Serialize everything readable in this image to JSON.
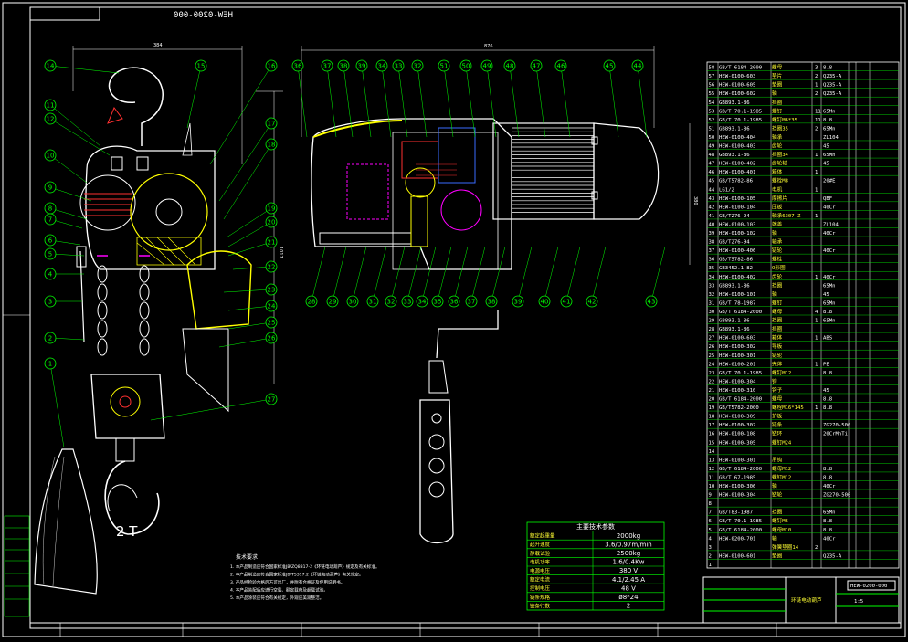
{
  "drawing": {
    "code_label": "HEW-0200-000",
    "capacity_label": "2 T",
    "overall_width_dim": "876",
    "left_view_width_dim": "384",
    "overall_height_dim": "1017",
    "side_height_dim": "380"
  },
  "left_view_balloons": [
    "14",
    "15",
    "16",
    "11",
    "12",
    "10",
    "17",
    "18",
    "19",
    "9",
    "20",
    "8",
    "7",
    "21",
    "6",
    "22",
    "5",
    "23",
    "4",
    "24",
    "3",
    "25",
    "2",
    "26",
    "1",
    "27"
  ],
  "top_view_balloons": [
    "36",
    "37",
    "38",
    "39",
    "34",
    "33",
    "32",
    "51",
    "50",
    "49",
    "48",
    "47",
    "46",
    "45",
    "44"
  ],
  "bottom_view_balloons": [
    "28",
    "29",
    "30",
    "31",
    "32",
    "33",
    "34",
    "35",
    "36",
    "37",
    "38",
    "39",
    "40",
    "41",
    "42",
    "43"
  ],
  "specs": {
    "title": "主要技术参数",
    "rows": [
      {
        "label": "额定起重量",
        "value": "2000kg"
      },
      {
        "label": "起升速度",
        "value": "3.6/0.97m/min"
      },
      {
        "label": "静载试验",
        "value": "2500kg"
      },
      {
        "label": "电机功率",
        "value": "1.6/0.4Kw"
      },
      {
        "label": "电源电压",
        "value": "380 V"
      },
      {
        "label": "额定电流",
        "value": "4.1/2.45 A"
      },
      {
        "label": "控制电压",
        "value": "48 V"
      },
      {
        "label": "链条规格",
        "value": "ø8*24"
      },
      {
        "label": "链条行数",
        "value": "2"
      }
    ]
  },
  "notes": {
    "title": "技术要求",
    "lines": [
      "1. 本产品制造应符合国家标准JB/ZQ8317-2《环链电动葫芦》规定及有关标准。",
      "2. 本产品制造应符合国家标准JB/T5317.2《环链电动葫芦》有关规定。",
      "3. 产品经检验合格后方可出厂，并附有合格证及使用说明书。",
      "4. 本产品装配后应进行空载、额定载荷及超载试验。",
      "5. 本产品涂装应符合有关规定，外观应美观整洁。"
    ]
  },
  "bom": {
    "rows": [
      {
        "no": "58",
        "code": "GB/T 6184-2000",
        "name": "螺母",
        "qty": "3",
        "mat": "8.8"
      },
      {
        "no": "57",
        "code": "HEW-0100-603",
        "name": "垫片",
        "qty": "2",
        "mat": "Q235-A"
      },
      {
        "no": "56",
        "code": "HEW-0100-605",
        "name": "垫圈",
        "qty": "1",
        "mat": "Q235-A"
      },
      {
        "no": "55",
        "code": "HEW-0100-602",
        "name": "轴",
        "qty": "2",
        "mat": "Q235-A"
      },
      {
        "no": "54",
        "code": "GB893.1-86",
        "name": "挡圈",
        "qty": "",
        "mat": ""
      },
      {
        "no": "53",
        "code": "GB/T 70.1-1985",
        "name": "螺钉",
        "qty": "11",
        "mat": "65Mn"
      },
      {
        "no": "52",
        "code": "GB/T 70.1-1985",
        "name": "螺钉M6*35",
        "qty": "11",
        "mat": "8.8"
      },
      {
        "no": "51",
        "code": "GB893.1-86",
        "name": "挡圈35",
        "qty": "2",
        "mat": "65Mn"
      },
      {
        "no": "50",
        "code": "HEW-0100-404",
        "name": "轴承",
        "qty": "",
        "mat": "ZL104"
      },
      {
        "no": "49",
        "code": "HEW-0100-403",
        "name": "齿轮",
        "qty": "",
        "mat": "45"
      },
      {
        "no": "48",
        "code": "GB893.1-86",
        "name": "挡圈34",
        "qty": "1",
        "mat": "65Mn"
      },
      {
        "no": "47",
        "code": "HEW-0100-402",
        "name": "齿轮轴",
        "qty": "",
        "mat": "45"
      },
      {
        "no": "46",
        "code": "HEW-0100-401",
        "name": "箱体",
        "qty": "1",
        "mat": ""
      },
      {
        "no": "45",
        "code": "GB/T5782-86",
        "name": "螺栓M8",
        "qty": "",
        "mat": "20#E"
      },
      {
        "no": "44",
        "code": "LG1/2",
        "name": "电机",
        "qty": "1",
        "mat": ""
      },
      {
        "no": "43",
        "code": "HEW-0100-105",
        "name": "摩擦片",
        "qty": "",
        "mat": "QBF"
      },
      {
        "no": "42",
        "code": "HEW-0100-104",
        "name": "压板",
        "qty": "",
        "mat": "40Cr"
      },
      {
        "no": "41",
        "code": "GB/T276-94",
        "name": "轴承6307-Z",
        "qty": "1",
        "mat": ""
      },
      {
        "no": "40",
        "code": "HEW-0100-103",
        "name": "端盖",
        "qty": "",
        "mat": "ZL104"
      },
      {
        "no": "39",
        "code": "HEW-0100-102",
        "name": "轴",
        "qty": "",
        "mat": "40Cr"
      },
      {
        "no": "38",
        "code": "GB/T276-94",
        "name": "轴承",
        "qty": "",
        "mat": ""
      },
      {
        "no": "37",
        "code": "HEW-0100-406",
        "name": "链轮",
        "qty": "",
        "mat": "40Cr"
      },
      {
        "no": "36",
        "code": "GB/T5782-86",
        "name": "螺栓",
        "qty": "",
        "mat": ""
      },
      {
        "no": "35",
        "code": "GB3452.1-82",
        "name": "O形圈",
        "qty": "",
        "mat": ""
      },
      {
        "no": "34",
        "code": "HEW-0100-402",
        "name": "齿轮",
        "qty": "1",
        "mat": "40Cr"
      },
      {
        "no": "33",
        "code": "GB893.1-86",
        "name": "挡圈",
        "qty": "",
        "mat": "65Mn"
      },
      {
        "no": "32",
        "code": "HEW-0100-101",
        "name": "轴",
        "qty": "",
        "mat": "45"
      },
      {
        "no": "31",
        "code": "GB/T 78-1987",
        "name": "螺钉",
        "qty": "",
        "mat": "65Mn"
      },
      {
        "no": "30",
        "code": "GB/T 6184-2000",
        "name": "螺母",
        "qty": "4",
        "mat": "8.8"
      },
      {
        "no": "29",
        "code": "GB893.1-86",
        "name": "挡圈",
        "qty": "1",
        "mat": "65Mn"
      },
      {
        "no": "28",
        "code": "GB893.1-86",
        "name": "挡圈",
        "qty": "",
        "mat": ""
      },
      {
        "no": "27",
        "code": "HEW-0100-603",
        "name": "箱体",
        "qty": "1",
        "mat": "ABS"
      },
      {
        "no": "26",
        "code": "HEW-0100-302",
        "name": "导板",
        "qty": "",
        "mat": ""
      },
      {
        "no": "25",
        "code": "HEW-0100-301",
        "name": "链轮",
        "qty": "",
        "mat": ""
      },
      {
        "no": "24",
        "code": "HEW-0100-201",
        "name": "壳体",
        "qty": "1",
        "mat": "PE"
      },
      {
        "no": "23",
        "code": "GB/T 70.1-1985",
        "name": "螺钉M12",
        "qty": "",
        "mat": "8.8"
      },
      {
        "no": "22",
        "code": "HEW-0100-304",
        "name": "钩",
        "qty": "",
        "mat": ""
      },
      {
        "no": "21",
        "code": "HEW-0100-310",
        "name": "钩子",
        "qty": "",
        "mat": "45"
      },
      {
        "no": "20",
        "code": "GB/T 6184-2000",
        "name": "螺母",
        "qty": "",
        "mat": "8.8"
      },
      {
        "no": "19",
        "code": "GB/T5782-2000",
        "name": "螺栓M16*145",
        "qty": "1",
        "mat": "8.8"
      },
      {
        "no": "18",
        "code": "HEW-0100-309",
        "name": "护板",
        "qty": "",
        "mat": ""
      },
      {
        "no": "17",
        "code": "HEW-0100-307",
        "name": "链条",
        "qty": "",
        "mat": "ZG270-500"
      },
      {
        "no": "16",
        "code": "HEW-0100-108",
        "name": "链环",
        "qty": "",
        "mat": "20CrMnTi"
      },
      {
        "no": "15",
        "code": "HEW-0100-305",
        "name": "螺钉M24",
        "qty": "",
        "mat": ""
      },
      {
        "no": "14",
        "code": "",
        "name": "",
        "qty": "",
        "mat": ""
      },
      {
        "no": "13",
        "code": "HEW-0100-301",
        "name": "吊钩",
        "qty": "",
        "mat": ""
      },
      {
        "no": "12",
        "code": "GB/T 6184-2000",
        "name": "螺母M12",
        "qty": "",
        "mat": "8.8"
      },
      {
        "no": "11",
        "code": "GB/T 67-1985",
        "name": "螺钉M12",
        "qty": "",
        "mat": "8.8"
      },
      {
        "no": "10",
        "code": "HEW-0100-306",
        "name": "轴",
        "qty": "",
        "mat": "40Cr"
      },
      {
        "no": "9",
        "code": "HEW-0100-304",
        "name": "链轮",
        "qty": "",
        "mat": "ZG270-500"
      },
      {
        "no": "8",
        "code": "",
        "name": "",
        "qty": "",
        "mat": ""
      },
      {
        "no": "7",
        "code": "GB/T83-1987",
        "name": "挡圈",
        "qty": "",
        "mat": "65Mn"
      },
      {
        "no": "6",
        "code": "GB/T 70.1-1985",
        "name": "螺钉M6",
        "qty": "",
        "mat": "8.8"
      },
      {
        "no": "5",
        "code": "GB/T 6184-2000",
        "name": "螺母M10",
        "qty": "",
        "mat": "8.8"
      },
      {
        "no": "4",
        "code": "HEW-0200-701",
        "name": "轴",
        "qty": "",
        "mat": "40Cr"
      },
      {
        "no": "3",
        "code": "",
        "name": "弹簧垫圈14",
        "qty": "2",
        "mat": ""
      },
      {
        "no": "2",
        "code": "HEW-0100-601",
        "name": "垫圈",
        "qty": "",
        "mat": "Q235-A"
      },
      {
        "no": "1",
        "code": "",
        "name": "",
        "qty": "",
        "mat": ""
      }
    ]
  },
  "title_block": {
    "drawing_no": "HEW-0200-000",
    "name": "环链电动葫芦",
    "scale": "1:5"
  },
  "colors": {
    "background": "#000000",
    "line_white": "#ffffff",
    "line_green": "#00ff00",
    "line_yellow": "#ffff00",
    "line_magenta": "#ff00ff",
    "line_cyan": "#00ffff",
    "line_red": "#ff3030",
    "line_blue": "#3a6cff"
  }
}
